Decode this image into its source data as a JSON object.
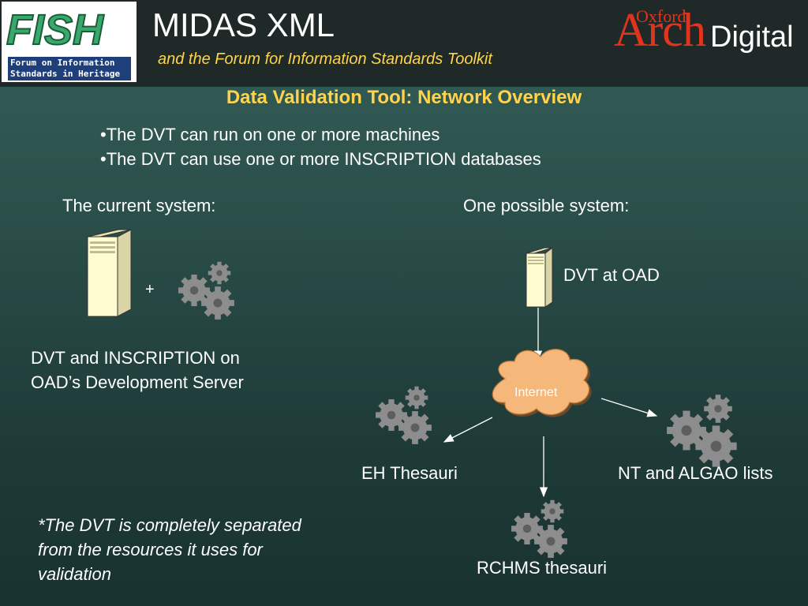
{
  "header": {
    "logo_text": "FISH",
    "logo_subtitle": "Forum on Information Standards in Heritage",
    "title": "MIDAS XML",
    "subtitle": "and the Forum for Information Standards Toolkit",
    "brand": {
      "oxford": "Oxford",
      "arch": "Arch",
      "digital": "Digital"
    }
  },
  "slide": {
    "heading": "Data Validation Tool: Network Overview",
    "bullets": [
      "•The DVT can run on one or more machines",
      "•The DVT can use one or more INSCRIPTION databases"
    ],
    "current": {
      "heading": "The current system:",
      "plus": "+",
      "caption_line1": "DVT and INSCRIPTION on",
      "caption_line2": "OAD’s Development Server"
    },
    "possible": {
      "heading": "One possible system:",
      "server_label": "DVT at OAD",
      "cloud_label": "Internet",
      "eh_label": "EH Thesauri",
      "nt_label": "NT and ALGAO lists",
      "rchms_label": "RCHMS thesauri"
    },
    "note": "*The DVT is completely separated from the resources it uses for validation"
  },
  "colors": {
    "background": "#2b4f4a",
    "header_bg": "#1f2a28",
    "accent_yellow": "#ffd34d",
    "brand_red": "#e0341f",
    "server_fill": "#fffccf",
    "cloud_fill": "#f5b77a",
    "gear_fill": "#8a8a8a"
  },
  "icons": [
    "server-icon",
    "gears-icon",
    "cloud-icon",
    "arrow-icon"
  ]
}
